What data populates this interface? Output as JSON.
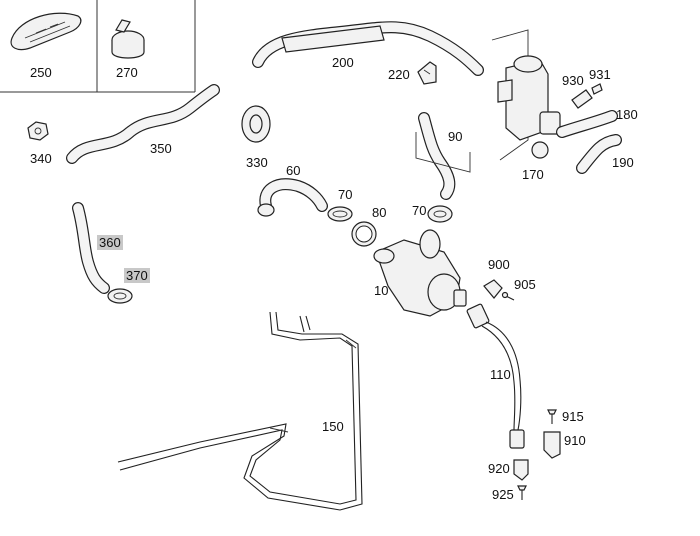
{
  "labels": {
    "p250": "250",
    "p270": "270",
    "p200": "200",
    "p220": "220",
    "p930": "930",
    "p931": "931",
    "p180": "180",
    "p190": "190",
    "p170": "170",
    "p90": "90",
    "p340": "340",
    "p350": "350",
    "p330": "330",
    "p60": "60",
    "p70a": "70",
    "p80": "80",
    "p70b": "70",
    "p360": "360",
    "p370": "370",
    "p10": "10",
    "p900": "900",
    "p905": "905",
    "p110": "110",
    "p150": "150",
    "p915": "915",
    "p910": "910",
    "p920": "920",
    "p925": "925"
  },
  "highlighted_parts": [
    "360",
    "370"
  ],
  "colors": {
    "line": "#222222",
    "part_fill": "#f2f2f2",
    "highlight": "#c8c8c8"
  }
}
